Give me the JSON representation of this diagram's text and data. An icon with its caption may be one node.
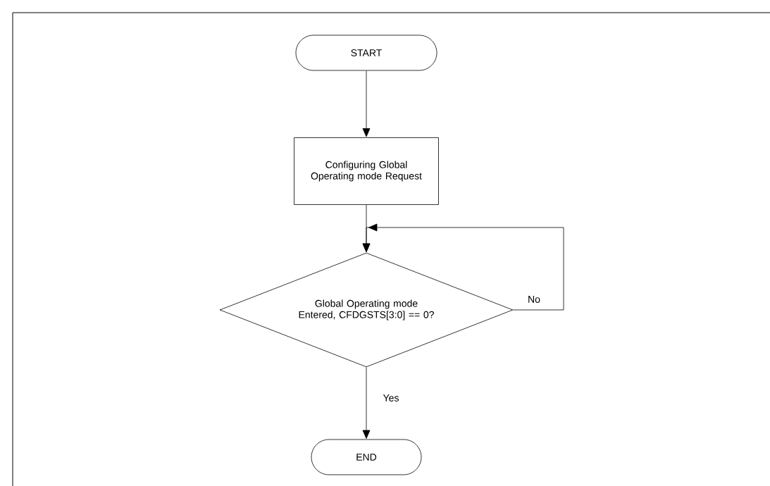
{
  "diagram": {
    "nodes": [
      {
        "text": [
          "START"
        ]
      },
      {
        "text": [
          "Configuring Global Operating mode Request"
        ]
      },
      {
        "text": [
          "Global Operating mode Entered, CFDGSTS[3:0] == 0?"
        ]
      },
      {
        "text": [
          "END"
        ]
      }
    ],
    "edges": [
      {
        "from": 0,
        "to": 1,
        "arrow": "to"
      },
      {
        "from": 1,
        "to": 2,
        "arrow": "to"
      },
      {
        "from": 2,
        "to": 2,
        "arrow": "to",
        "label": "No"
      },
      {
        "from": 2,
        "to": 3,
        "arrow": "to",
        "label": "Yes"
      }
    ]
  }
}
